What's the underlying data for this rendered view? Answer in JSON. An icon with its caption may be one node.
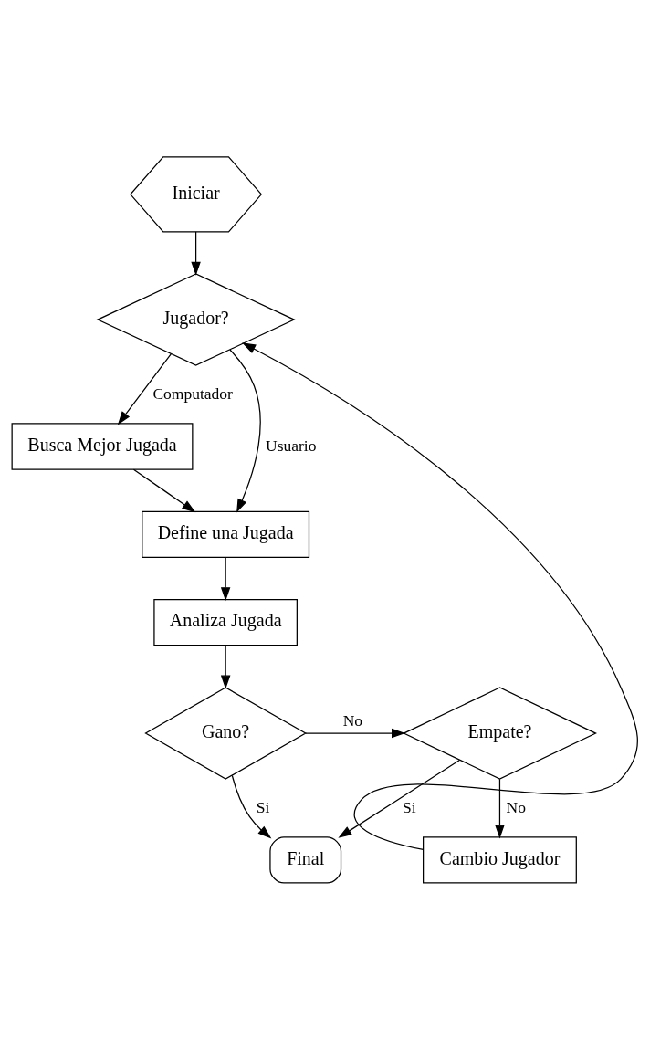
{
  "diagram": {
    "nodes": [
      {
        "text": [
          "Iniciar"
        ]
      },
      {
        "text": [
          "Jugador?"
        ]
      },
      {
        "text": [
          "Busca Mejor Jugada"
        ]
      },
      {
        "text": [
          "Define una Jugada"
        ]
      },
      {
        "text": [
          "Analiza Jugada"
        ]
      },
      {
        "text": [
          "Gano?"
        ]
      },
      {
        "text": [
          "Empate?"
        ]
      },
      {
        "text": [
          "Cambio Jugador"
        ]
      },
      {
        "text": [
          "Final"
        ]
      }
    ],
    "edges": [
      {
        "from": 0,
        "to": 1,
        "arrow": "to"
      },
      {
        "from": 1,
        "to": 2,
        "arrow": "to",
        "label": "Computador"
      },
      {
        "from": 1,
        "to": 3,
        "arrow": "to",
        "label": "Usuario"
      },
      {
        "from": 2,
        "to": 3,
        "arrow": "to"
      },
      {
        "from": 3,
        "to": 4,
        "arrow": "to"
      },
      {
        "from": 4,
        "to": 5,
        "arrow": "to"
      },
      {
        "from": 5,
        "to": 6,
        "arrow": "to",
        "label": "No"
      },
      {
        "from": 6,
        "to": 7,
        "arrow": "to",
        "label": "No"
      },
      {
        "from": 7,
        "to": 1,
        "arrow": "to"
      },
      {
        "from": 5,
        "to": 8,
        "arrow": "to",
        "label": "Si"
      },
      {
        "from": 6,
        "to": 8,
        "arrow": "to",
        "label": "Si"
      }
    ]
  }
}
